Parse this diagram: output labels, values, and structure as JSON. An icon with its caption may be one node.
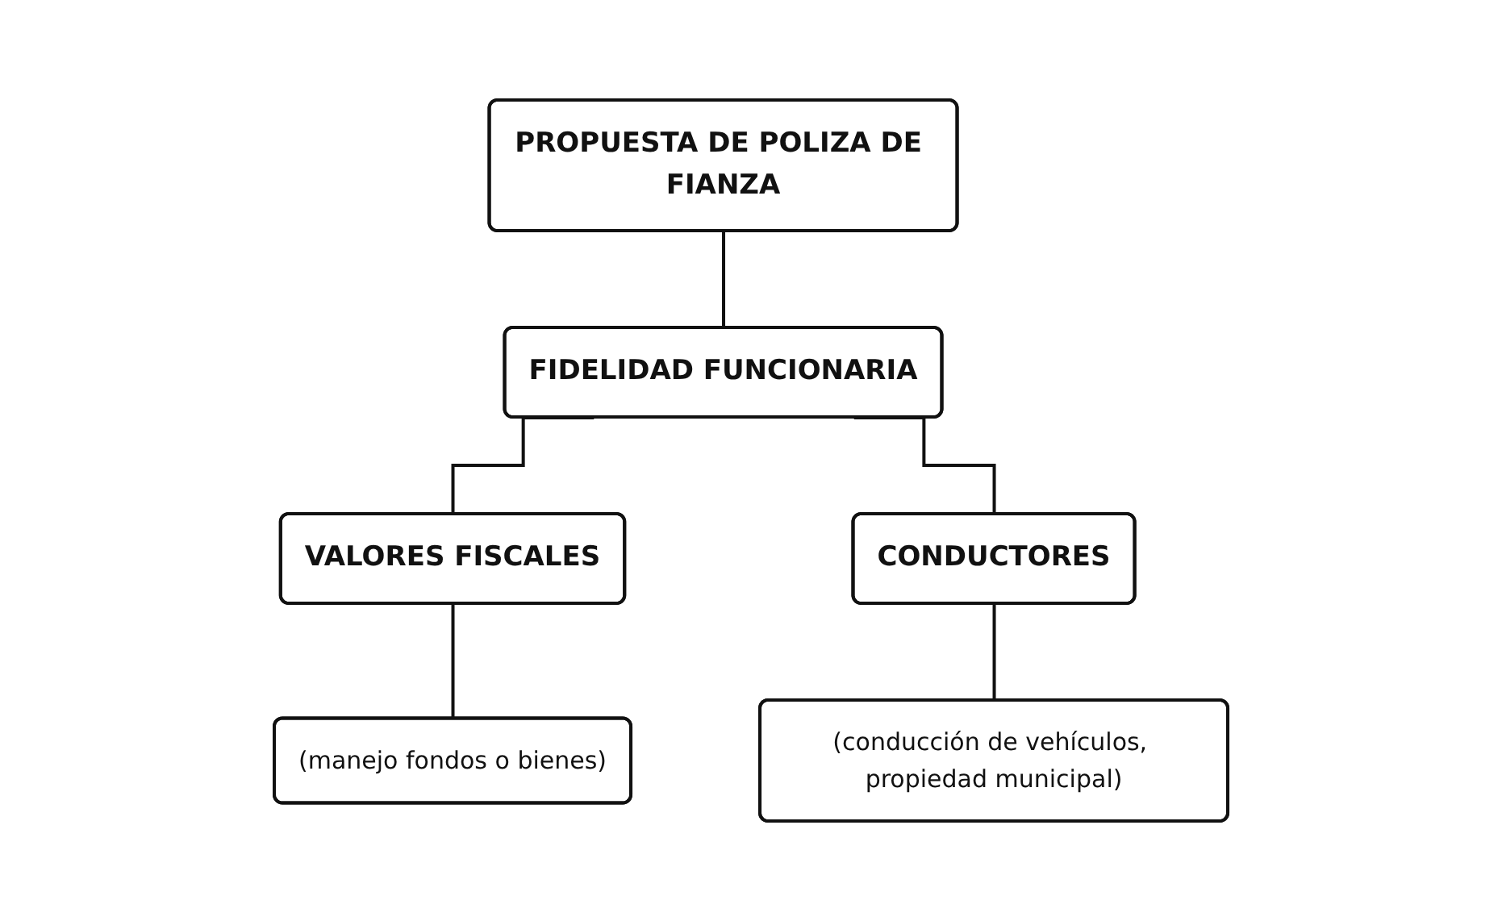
{
  "diagram": {
    "nodes": [
      {
        "text": [
          "PROPUESTA DE POLIZA DE FIANZA"
        ]
      },
      {
        "text": [
          "FIDELIDAD FUNCIONARIA"
        ]
      },
      {
        "text": [
          "VALORES FISCALES"
        ]
      },
      {
        "text": [
          "CONDUCTORES"
        ]
      },
      {
        "text": [
          "(manejo fondos o bienes)"
        ]
      },
      {
        "text": [
          "(conducción de vehículos, propiedad municipal)"
        ]
      }
    ],
    "edges": [
      {
        "from": 0,
        "to": 1,
        "arrow": "none"
      },
      {
        "from": 1,
        "to": 2,
        "arrow": "none"
      },
      {
        "from": 1,
        "to": 3,
        "arrow": "none"
      },
      {
        "from": 2,
        "to": 4,
        "arrow": "none"
      },
      {
        "from": 3,
        "to": 5,
        "arrow": "none"
      }
    ]
  }
}
